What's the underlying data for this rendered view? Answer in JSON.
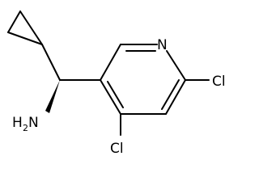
{
  "molecule": {
    "atoms": {
      "nitrogen": "N",
      "chlorine_top": "Cl",
      "chlorine_bottom": "Cl",
      "amine_main": "H",
      "amine_sub": "2",
      "amine_n": "N"
    },
    "stereo": {
      "wedge_type": "solid-wedge"
    },
    "colors": {
      "line": "#000000",
      "text": "#000000",
      "background": "#ffffff"
    }
  }
}
